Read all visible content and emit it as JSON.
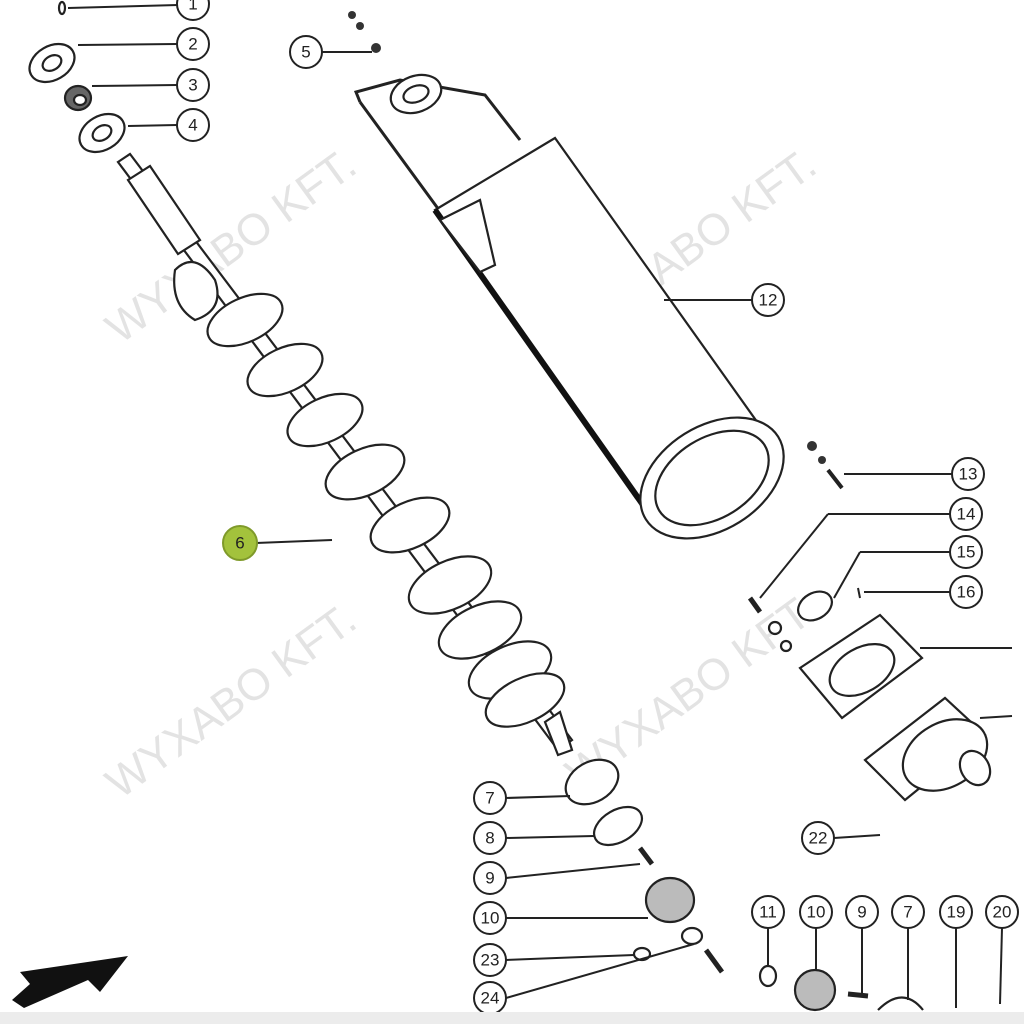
{
  "watermark": "WYXABO KFT.",
  "highlight_color": "#a3c23c",
  "callouts": {
    "c1": "1",
    "c2": "2",
    "c3": "3",
    "c4": "4",
    "c5": "5",
    "c6": "6",
    "c12": "12",
    "c13": "13",
    "c14": "14",
    "c15": "15",
    "c16": "16",
    "c7a": "7",
    "c8": "8",
    "c9a": "9",
    "c10a": "10",
    "c23": "23",
    "c24": "24",
    "c22": "22",
    "c11": "11",
    "c10b": "10",
    "c9b": "9",
    "c7b": "7",
    "c19": "19",
    "c20": "20"
  }
}
